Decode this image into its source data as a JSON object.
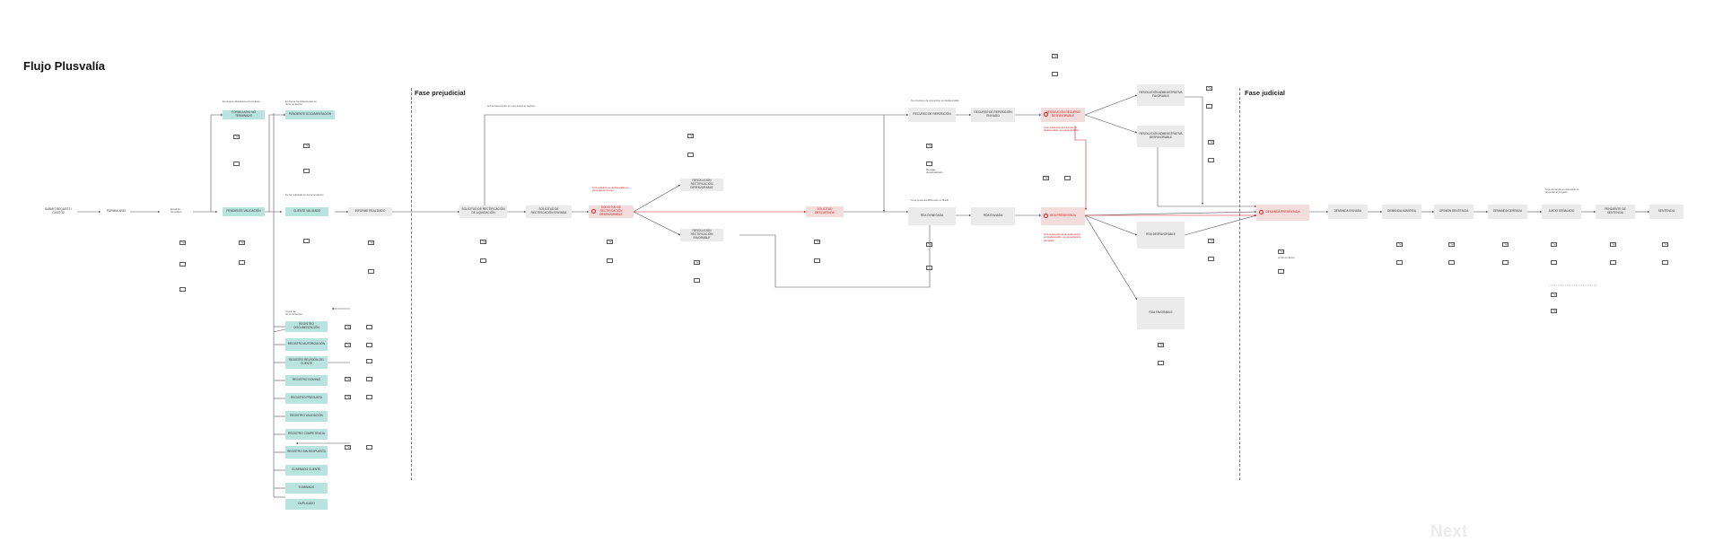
{
  "title": "Flujo Plusvalía",
  "phases": [
    "Fase prejudicial",
    "Fase judicial"
  ],
  "watermark": "Next",
  "colors": {
    "teal": "#b9e3df",
    "grey": "#ebebeb",
    "red": "#d11e1e",
    "line": "#555555"
  },
  "nodes": [
    {
      "id": "n1",
      "label": "SUBMIT REQUEST / CASO 30",
      "style": "plain"
    },
    {
      "id": "n2",
      "label": "FORMULARIO",
      "style": "plain"
    },
    {
      "id": "n3",
      "label": "FORMULARIO NO TERMINADO",
      "style": "teal"
    },
    {
      "id": "n4",
      "label": "PENDIENTE VALIDACIÓN",
      "style": "teal"
    },
    {
      "id": "n5",
      "label": "PENDIENTE DOCUMENTACIÓN",
      "style": "teal"
    },
    {
      "id": "n6",
      "label": "CLIENTE VALIDADO",
      "style": "teal"
    },
    {
      "id": "n7",
      "label": "INFORME REALIZADO",
      "style": "grey"
    },
    {
      "id": "n8",
      "label": "SOLICITUD DE RECTIFICACIÓN DE LIQUIDACIÓN",
      "style": "grey"
    },
    {
      "id": "n9",
      "label": "SOLICITUD DE RECTIFICACIÓN ENVIADA",
      "style": "grey"
    },
    {
      "id": "n10",
      "label": "SOLICITUD DE RECTIFICACIÓN DESFAVORABLE",
      "style": "red"
    },
    {
      "id": "n11",
      "label": "RESOLUCIÓN RECTIFICACIÓN DESFAVORABLE",
      "style": "grey"
    },
    {
      "id": "n12",
      "label": "RESOLUCIÓN RECTIFICACIÓN FAVORABLE",
      "style": "grey"
    },
    {
      "id": "n13",
      "label": "SOLICITUD DESCARTADA",
      "style": "red"
    },
    {
      "id": "n14",
      "label": "RECURSO DE REPOSICIÓN",
      "style": "grey"
    },
    {
      "id": "n15",
      "label": "RECURSO DE REPOSICIÓN ENVIADO",
      "style": "grey"
    },
    {
      "id": "n16",
      "label": "RESOLUCIÓN RECURSO DESFAVORABLE",
      "style": "red"
    },
    {
      "id": "n17",
      "label": "RESOLUCIÓN ADMINISTRATIVA FAVORABLE",
      "style": "grey"
    },
    {
      "id": "n18",
      "label": "RESOLUCIÓN ADMINISTRATIVA DESFAVORABLE",
      "style": "grey"
    },
    {
      "id": "n19",
      "label": "RDA DENEGADA",
      "style": "grey"
    },
    {
      "id": "n20",
      "label": "RDA ENVIADA",
      "style": "grey"
    },
    {
      "id": "n21",
      "label": "RDA PRESENTADA",
      "style": "red"
    },
    {
      "id": "n22",
      "label": "RDA DESFAVORABLE",
      "style": "grey"
    },
    {
      "id": "n23",
      "label": "RDA FAVORABLE",
      "style": "grey"
    },
    {
      "id": "n24",
      "label": "DEMANDA PRESENTADA",
      "style": "red"
    },
    {
      "id": "n25",
      "label": "DEMANDA ENVIADA",
      "style": "grey"
    },
    {
      "id": "n26",
      "label": "DEMANDA ADMITIDA",
      "style": "grey"
    },
    {
      "id": "n27",
      "label": "OPINIÓN SENTENCIA",
      "style": "grey"
    },
    {
      "id": "n28",
      "label": "DEMANDA CERRADA",
      "style": "grey"
    },
    {
      "id": "n29",
      "label": "JUICIO SEÑALADO",
      "style": "grey"
    },
    {
      "id": "n30",
      "label": "PENDIENTE DE SENTENCIA",
      "style": "grey"
    },
    {
      "id": "n31",
      "label": "SENTENCIA",
      "style": "grey"
    },
    {
      "id": "n32",
      "label": "REGISTRO DOCUMENTACIÓN",
      "style": "teal"
    },
    {
      "id": "n33",
      "label": "REGISTRO AUTORIZACIÓN",
      "style": "teal"
    },
    {
      "id": "n34",
      "label": "REGISTRO REVISIÓN DEL CLIENTE",
      "style": "teal"
    },
    {
      "id": "n35",
      "label": "REGISTRO DOMINIO",
      "style": "teal"
    },
    {
      "id": "n36",
      "label": "REGISTRO PREGUNTA",
      "style": "teal"
    },
    {
      "id": "n37",
      "label": "REGISTRO VALIDACIÓN",
      "style": "teal"
    },
    {
      "id": "n38",
      "label": "REGISTRO COMPETENCIA",
      "style": "teal"
    },
    {
      "id": "n39",
      "label": "REGISTRO SIN RESPUESTA",
      "style": "teal"
    },
    {
      "id": "n40",
      "label": "ELIMINADO CLIENTE",
      "style": "teal"
    },
    {
      "id": "n41",
      "label": "ELIMINADO",
      "style": "teal"
    },
    {
      "id": "n42",
      "label": "DUPLICADO",
      "style": "teal"
    }
  ],
  "notes": [
    {
      "id": "t1",
      "text": "Email de formulario"
    },
    {
      "id": "t2",
      "text": "El usuario abandona el formulario"
    },
    {
      "id": "t3",
      "text": "El cliente ha abandonado la documentación"
    },
    {
      "id": "t4",
      "text": "Se ha solicitado la documentación"
    },
    {
      "id": "t5",
      "text": "Copia de documentación"
    },
    {
      "id": "t6",
      "text": "Si ha transcurrido un mes desde el registro"
    },
    {
      "id": "t7",
      "text": "Si la solicitud es desfavorable se presenta el recurso"
    },
    {
      "id": "t8",
      "text": "Si el recurso de reposición es desfavorable"
    },
    {
      "id": "t9",
      "text": "Si se presenta RDA ante el TEAR"
    },
    {
      "id": "t10",
      "text": "Si la respuesta de la reclamación es desfavorable, se presentará la demanda"
    },
    {
      "id": "t11",
      "text": "Si la resolución del recurso es desfavorable, se presenta RDA"
    },
    {
      "id": "t12",
      "text": "Si la demanda es favorable se presenta al juzgado"
    },
    {
      "id": "t13",
      "text": "Mensaje desactualizado"
    },
    {
      "id": "t14",
      "text": "email al cliente"
    }
  ]
}
